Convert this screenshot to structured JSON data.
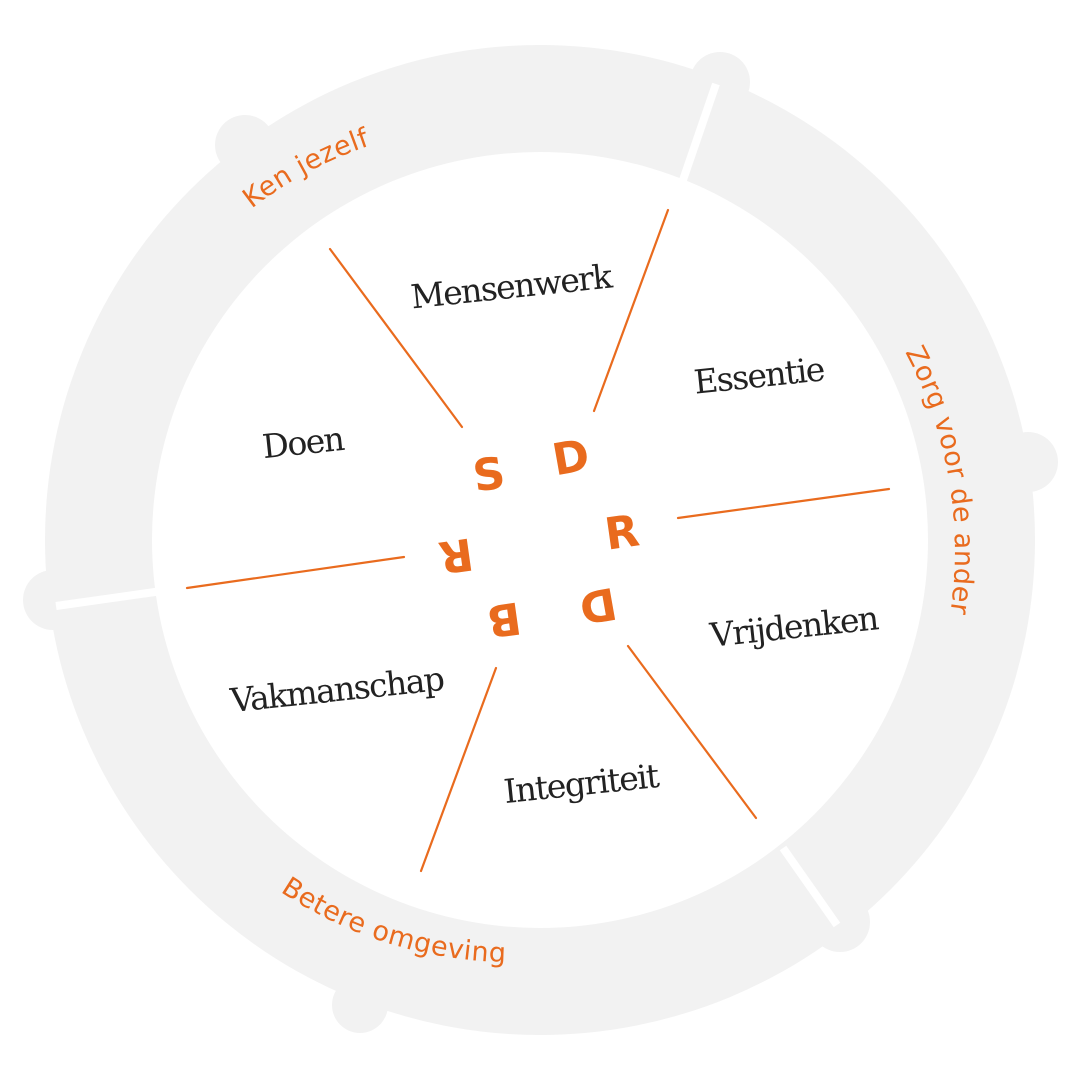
{
  "colors": {
    "accent": "#E96B1E",
    "ring": "#F2F2F2",
    "text": "#222222",
    "background": "#FFFFFF"
  },
  "ring_labels": {
    "ken_jezelf": "Ken jezelf",
    "zorg_voor_de_ander": "Zorg voor de ander",
    "betere_omgeving": "Betere omgeving"
  },
  "segments": {
    "mensenwerk": "Mensenwerk",
    "essentie": "Essentie",
    "doen": "Doen",
    "vrijdenken": "Vrijdenken",
    "vakmanschap": "Vakmanschap",
    "integriteit": "Integriteit"
  },
  "center_letters": {
    "s": "S",
    "d_top": "D",
    "r_right": "R",
    "d_bottom": "D",
    "b": "B",
    "r_left": "R"
  }
}
